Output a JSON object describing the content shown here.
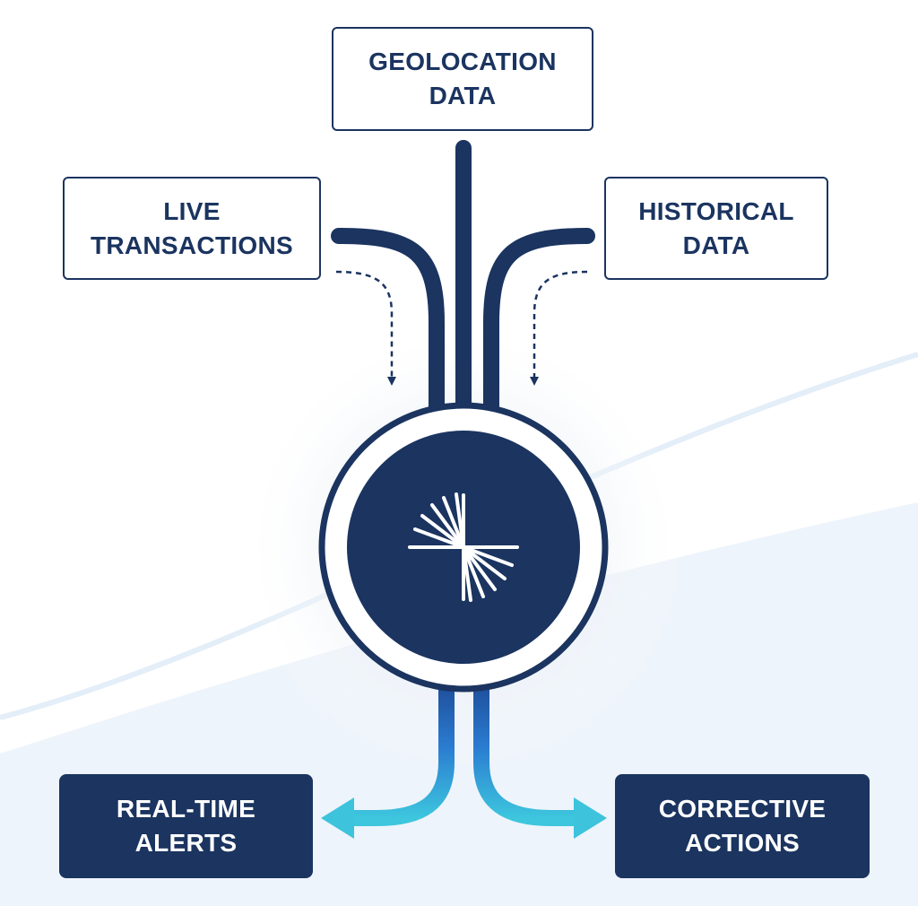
{
  "inputs": {
    "geolocation": {
      "line1": "GEOLOCATION",
      "line2": "DATA"
    },
    "live": {
      "line1": "LIVE",
      "line2": "TRANSACTIONS"
    },
    "historical": {
      "line1": "HISTORICAL",
      "line2": "DATA"
    }
  },
  "outputs": {
    "alerts": {
      "line1": "REAL-TIME",
      "line2": "ALERTS"
    },
    "actions": {
      "line1": "CORRECTIVE",
      "line2": "ACTIONS"
    }
  },
  "colors": {
    "navy": "#1b3460",
    "cyan": "#3dc3dc",
    "blue": "#2a6fc4",
    "background_wave": "#eaf2fa"
  },
  "hub": {
    "icon": "starburst-logo-icon"
  }
}
